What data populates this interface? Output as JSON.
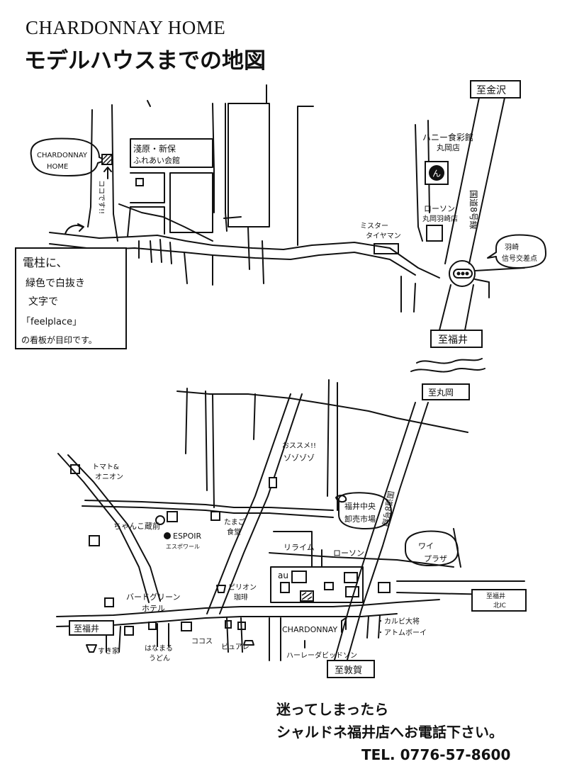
{
  "header": {
    "brand": "CHARDONNAY HOME",
    "title": "モデルハウスまでの地図"
  },
  "map_top": {
    "callout_chardonnay": [
      "CHARDONNAY",
      "HOME"
    ],
    "here": "ココです!!",
    "community_hall": [
      "淺原・新保",
      "ふれあい会館"
    ],
    "honey_store": [
      "ハニー食彩館",
      "丸岡店"
    ],
    "lawson": [
      "ローソン",
      "丸岡羽崎店"
    ],
    "mister_tire": [
      "ミスター",
      "タイヤマン"
    ],
    "route8": "国道8号線",
    "hazaki": [
      "羽崎",
      "信号交差点"
    ],
    "to_kanazawa": "至金沢",
    "to_fukui": "至福井",
    "note": [
      "電柱に、",
      "緑色で白抜き",
      "文字で",
      "「feelplace」",
      "の看板が目印です。"
    ]
  },
  "map_bottom": {
    "to_maruoka": "至丸岡",
    "to_fukui": "至福井",
    "to_fukui_ic": [
      "至福井",
      "北IC"
    ],
    "to_tsuruga": "至敦賀",
    "tomato_onion": [
      "トマト&",
      "オニオン"
    ],
    "osusume": "おススメ!!",
    "shop_mark": "ゾゾゾゾ",
    "fukui_market": [
      "福井中央",
      "卸売市場"
    ],
    "chanpon": "ちゃんこ蔵前",
    "espoir": [
      "ESPOIR",
      "エスポワール"
    ],
    "tamago": [
      "たまご",
      "食堂"
    ],
    "rilaim": "リライム",
    "lawson": "ローソン",
    "route8": "国道8号線",
    "wai_plaza": [
      "ワイ",
      "プラザ"
    ],
    "au": "au",
    "birdgreen": [
      "バードグリーン",
      "ホテル"
    ],
    "pirion": [
      "ピリオン",
      "珈琲"
    ],
    "sukiya": "すき家",
    "hanamaru": [
      "はなまる",
      "うどん"
    ],
    "cocos": "ココス",
    "piare": "ピュアレ",
    "chardonnay": "CHARDONNAY",
    "harley": "ハーレーダビッドソン",
    "karubi": [
      "・カルビ大将",
      "・アトムボーイ"
    ]
  },
  "footer": {
    "line1": "迷ってしまったら",
    "line2": "シャルドネ福井店へお電話下さい。",
    "tel": "TEL. 0776-57-8600"
  }
}
